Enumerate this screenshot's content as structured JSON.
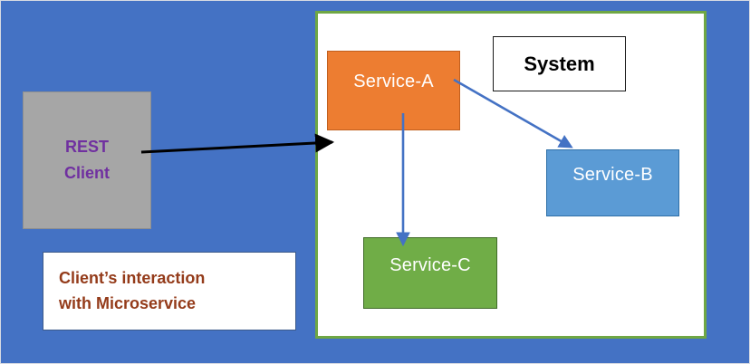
{
  "diagram": {
    "title_label": "System",
    "background_color": "#4472C4",
    "system_panel": {
      "border_color": "#6FA744",
      "fill_color": "#FFFFFF"
    },
    "client": {
      "line1": "REST",
      "line2": "Client",
      "fill_color": "#A6A6A6",
      "text_color": "#7030A0"
    },
    "caption": {
      "line1": "Client’s interaction",
      "line2": "with Microservice",
      "text_color": "#943B1A"
    },
    "nodes": [
      {
        "id": "service-a",
        "label": "Service-A",
        "fill_color": "#ED7D31"
      },
      {
        "id": "service-b",
        "label": "Service-B",
        "fill_color": "#5B9BD5"
      },
      {
        "id": "service-c",
        "label": "Service-C",
        "fill_color": "#70AD47"
      }
    ],
    "connectors": [
      {
        "id": "client-to-system",
        "from": "REST Client",
        "to": "System",
        "color": "#000000",
        "style": "solid-arrow"
      },
      {
        "id": "a-to-b",
        "from": "Service-A",
        "to": "Service-B",
        "color": "#4472C4",
        "style": "solid-arrow"
      },
      {
        "id": "a-to-c",
        "from": "Service-A",
        "to": "Service-C",
        "color": "#4472C4",
        "style": "solid-arrow"
      }
    ]
  }
}
